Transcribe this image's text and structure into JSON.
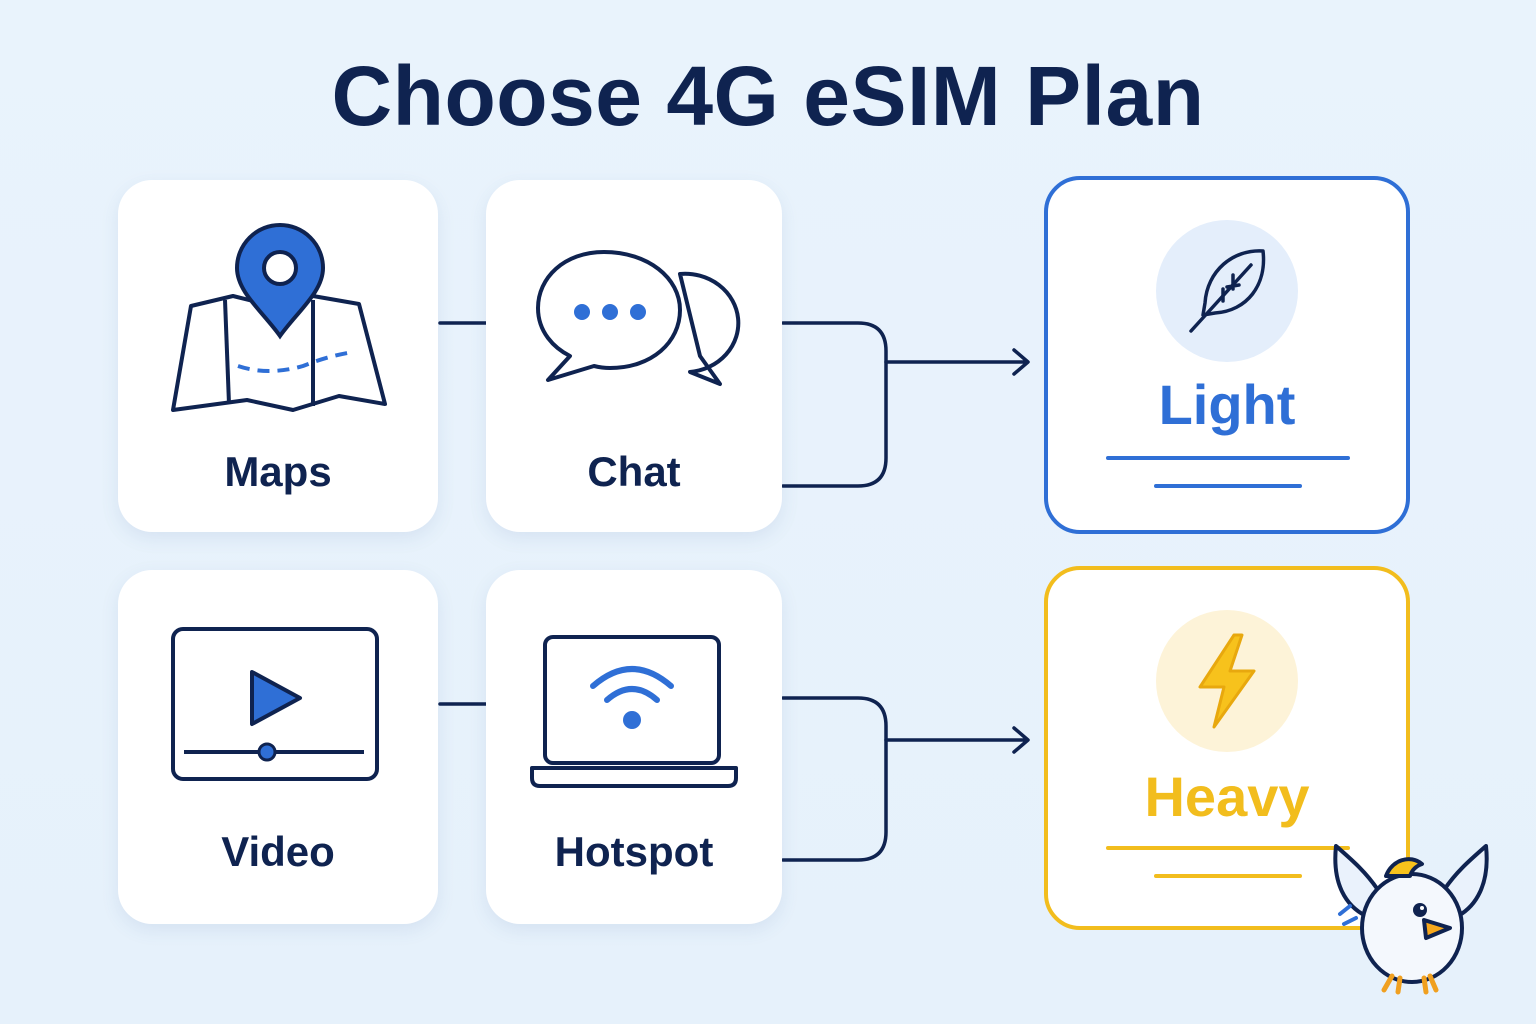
{
  "title": "Choose 4G eSIM Plan",
  "usages": [
    {
      "label": "Maps",
      "icon": "map-pin-icon"
    },
    {
      "label": "Chat",
      "icon": "chat-bubbles-icon"
    },
    {
      "label": "Video",
      "icon": "video-player-icon"
    },
    {
      "label": "Hotspot",
      "icon": "laptop-wifi-icon"
    }
  ],
  "plans": [
    {
      "label": "Light",
      "icon": "feather-icon",
      "color": "#2f6fd6"
    },
    {
      "label": "Heavy",
      "icon": "lightning-bolt-icon",
      "color": "#f2bd1d"
    }
  ],
  "colors": {
    "navy": "#0f2350",
    "blue": "#2f6fd6",
    "yellow": "#f2bd1d"
  },
  "mascot": "bird-mascot"
}
